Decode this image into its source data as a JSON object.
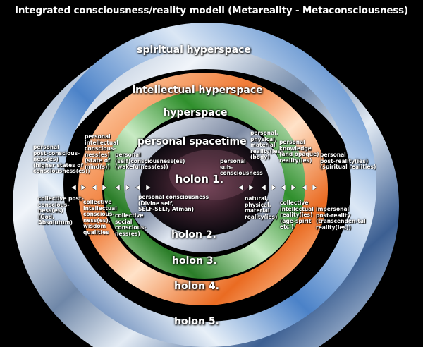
{
  "title": "Integrated consciousness/reality modell (Metareality - Metaconsciousness)",
  "rings": {
    "spiritual_hyperspace": "spiritual hyperspace",
    "intellectual_hyperspace": "intellectual hyperspace",
    "hyperspace": "hyperspace",
    "personal_spacetime": "personal spacetime"
  },
  "holons": {
    "h1": "holon 1.",
    "h2": "holon 2.",
    "h3": "holon 3.",
    "h4": "holon 4.",
    "h5": "holon 5."
  },
  "notes": {
    "left_personal_post": [
      "personal",
      "post-conscious-",
      "ness(es)",
      "(higher states of",
      "consciousness(es))"
    ],
    "left_personal_intellectual": [
      "personal",
      "intellectual",
      "conscious-",
      "ness(es)",
      "(state of",
      "mind(s))"
    ],
    "left_personal_self": [
      "personal",
      "(self)consciousness(es)",
      "(wakefulness(es))"
    ],
    "left_collective_post": [
      "collective post-",
      "conscious-",
      "ness(es)",
      "(God,",
      "Absolutum)"
    ],
    "left_collective_intellectual": [
      "collective",
      "intellectual",
      "conscious-",
      "ness(es),",
      "wisdom",
      "qualities"
    ],
    "left_collective_social": [
      "collective",
      "social",
      "conscious-",
      "ness(es)"
    ],
    "center_personal_consciousness": [
      "personal consciousness",
      "(Divine self,",
      "SELF-SELF, Atman)"
    ],
    "personal_sub": [
      "personal",
      "sub-",
      "consciousness"
    ],
    "right_personal_physical": [
      "personal,",
      "physical,",
      "material",
      "reality(ies)",
      "(body)"
    ],
    "right_personal_knowledge": [
      "personal",
      "knowledge",
      "(and opaque)",
      "reality(ies)"
    ],
    "right_personal_post_reality": [
      "personal",
      "post-reality(ies)",
      "(spiritual realities)"
    ],
    "right_natural": [
      "natural,",
      "physical,",
      "material",
      "reality(ies)"
    ],
    "right_collective_intellectual": [
      "collective",
      "intellectual",
      "reality(ies)",
      "(age-spirit",
      "etc.)"
    ],
    "right_impersonal": [
      "impersonal",
      "post-reality",
      "(transcenden-tal",
      "reality(ies))"
    ]
  },
  "colors": {
    "background": "#000000",
    "ring_outer": "#c9d6e6",
    "ring_spiritual": "#5c8ed0",
    "ring_intellectual": "#f08a44",
    "ring_hyper": "#3fa23c",
    "ring_spacetime": "#b8c2d6",
    "core": "#3a1f2c"
  }
}
